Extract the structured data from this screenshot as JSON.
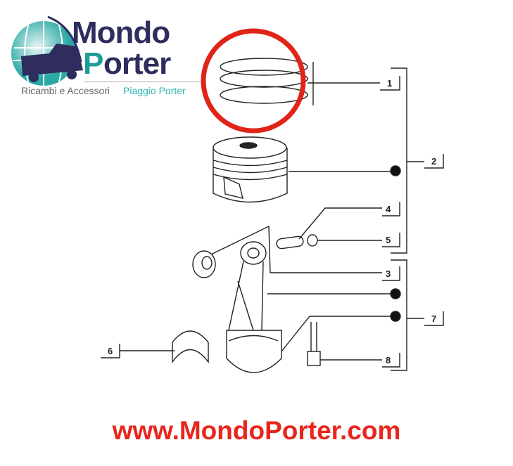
{
  "logo": {
    "word1": "Mondo",
    "word2_initial": "P",
    "word2_rest": "orter",
    "tagline_left": "Ricambi e Accessori",
    "tagline_right": "Piaggio Porter",
    "colors": {
      "navy": "#2e2d5e",
      "teal": "#2bb5b0"
    }
  },
  "diagram": {
    "labels": [
      "1",
      "2",
      "3",
      "4",
      "5",
      "6",
      "7",
      "8"
    ],
    "highlight_color": "#e02418",
    "highlighted_part": "1"
  },
  "footer": {
    "url": "www.MondoPorter.com",
    "color": "#e8261d"
  }
}
